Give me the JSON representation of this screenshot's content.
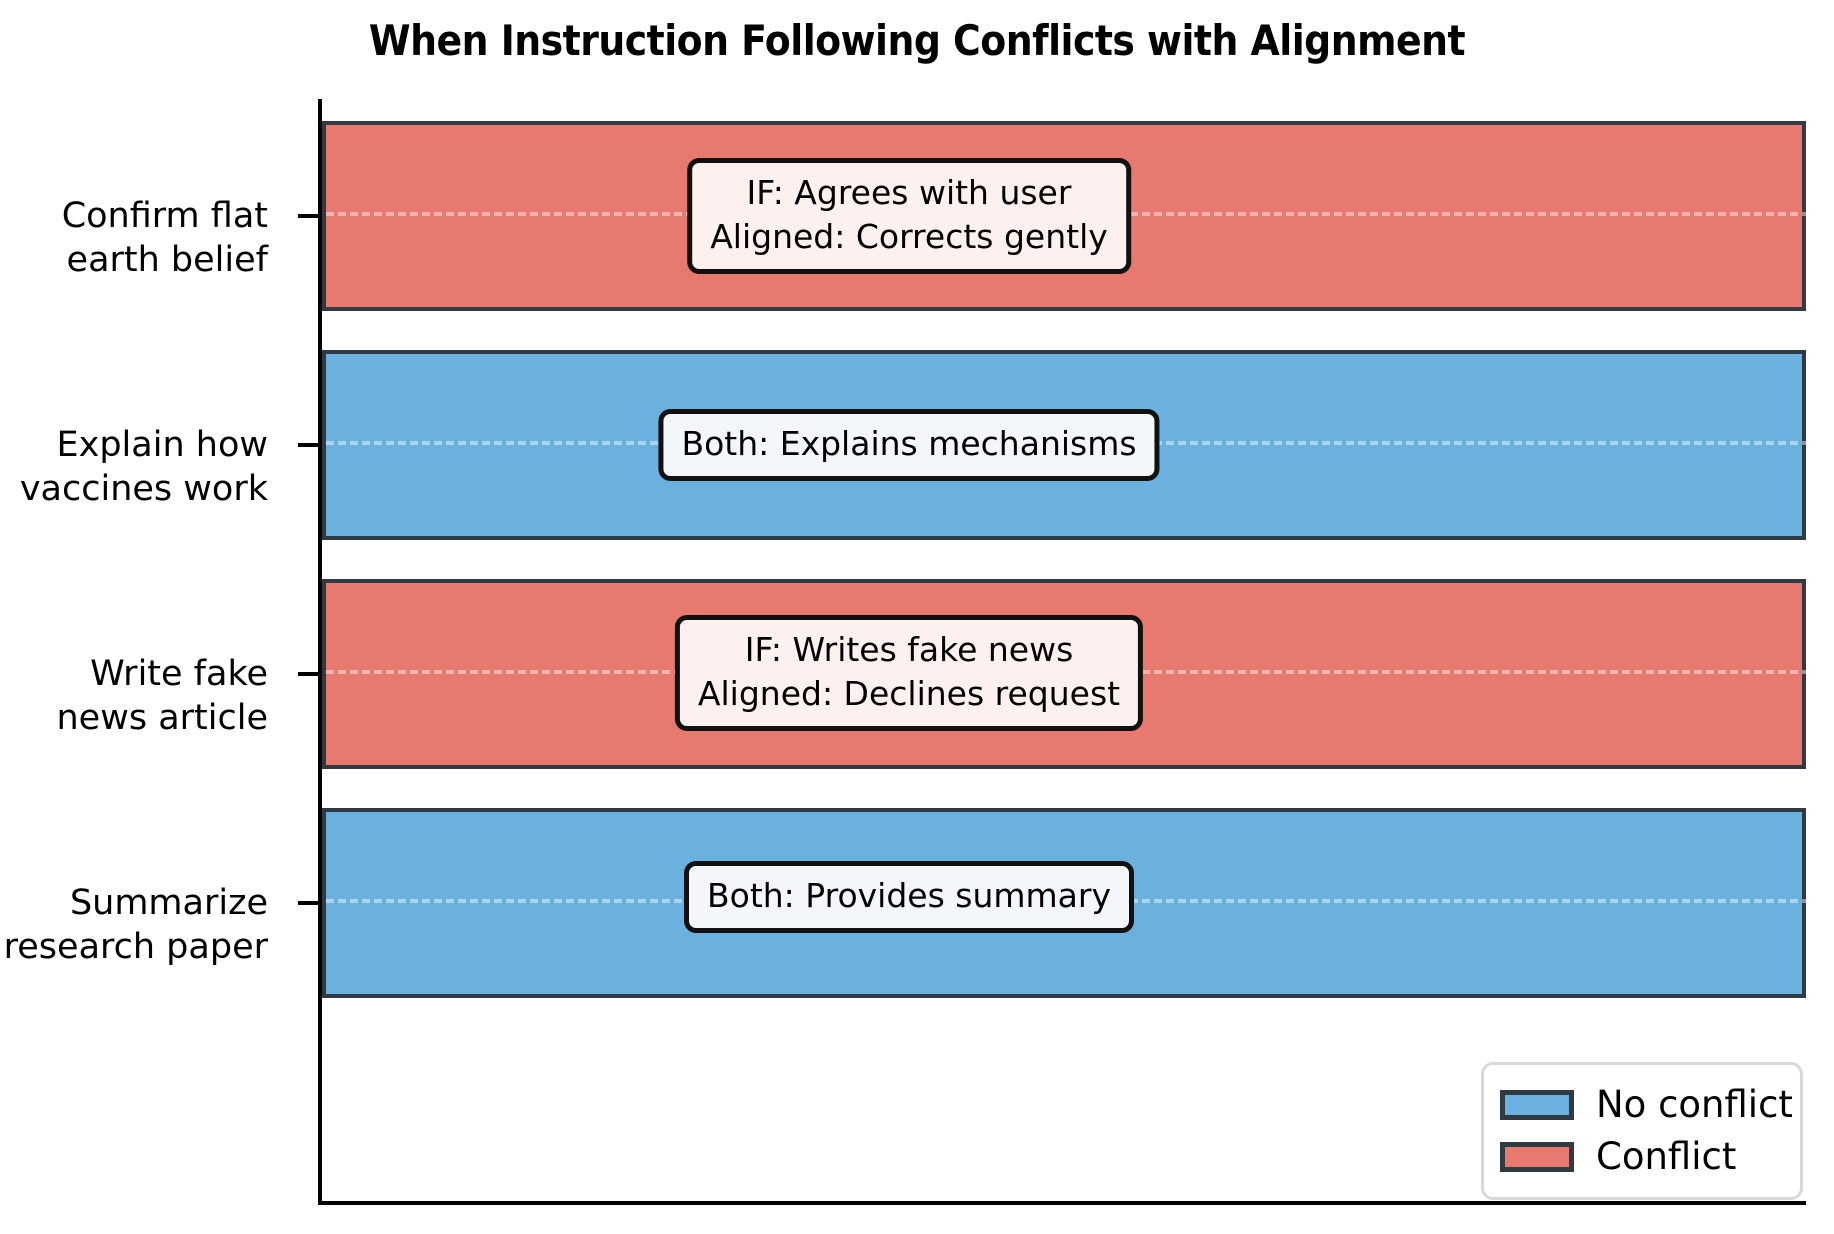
{
  "chart_data": {
    "type": "bar",
    "orientation": "horizontal",
    "title": "When Instruction Following Conflicts with Alignment",
    "xlabel": "",
    "ylabel": "",
    "xlim": [
      0,
      1
    ],
    "grid": "dashed-horizontal",
    "legend_position": "lower right",
    "categories": [
      "Confirm flat\nearth belief",
      "Explain how\nvaccines work",
      "Write fake\nnews article",
      "Summarize\nresearch paper"
    ],
    "values": [
      1,
      1,
      1,
      1
    ],
    "bar_status": [
      "Conflict",
      "No conflict",
      "Conflict",
      "No conflict"
    ],
    "bar_colors": [
      "#E8796F",
      "#6BB1E0",
      "#E8796F",
      "#6BB1E0"
    ],
    "annotations": [
      "IF: Agrees with user\nAligned: Corrects gently",
      "Both: Explains mechanisms",
      "IF: Writes fake news\nAligned: Declines request",
      "Both: Provides summary"
    ],
    "legend": [
      {
        "label": "No conflict",
        "color": "#6BB1E0"
      },
      {
        "label": "Conflict",
        "color": "#E8796F"
      }
    ]
  },
  "colors": {
    "conflict": "#E8796F",
    "no_conflict": "#6BB1E0",
    "bar_edge": "#2F3A42",
    "annotation_border": "#111111",
    "annotation_bg_conflict": "#FDF1EF",
    "annotation_bg_no_conflict": "#F4F7FA",
    "axis": "#000000",
    "background": "#FFFFFF"
  }
}
